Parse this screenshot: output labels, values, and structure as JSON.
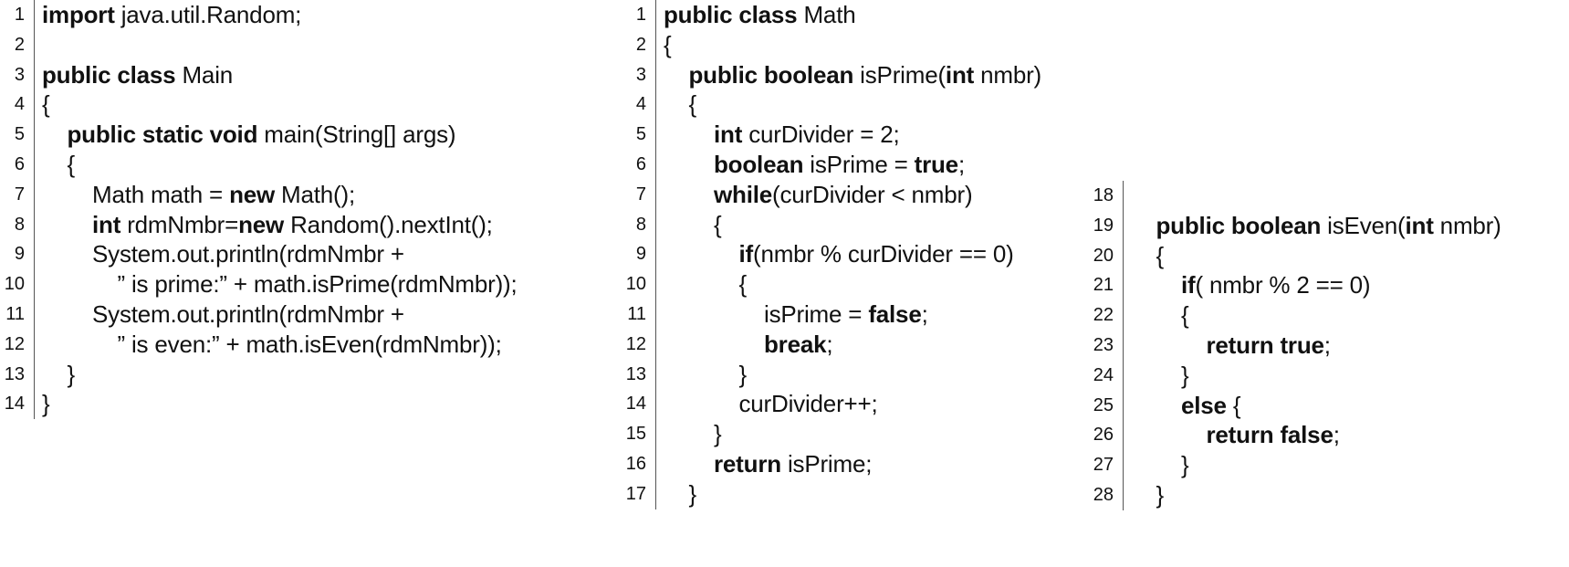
{
  "listings": [
    {
      "id": "main-java",
      "lines": [
        {
          "num": "1",
          "indent": 0,
          "parts": [
            [
              "kw",
              "import"
            ],
            [
              "t",
              " java.util.Random;"
            ]
          ]
        },
        {
          "num": "2",
          "indent": 0,
          "parts": []
        },
        {
          "num": "3",
          "indent": 0,
          "parts": [
            [
              "kw",
              "public class"
            ],
            [
              "t",
              " Main"
            ]
          ]
        },
        {
          "num": "4",
          "indent": 0,
          "parts": [
            [
              "t",
              "{"
            ]
          ]
        },
        {
          "num": "5",
          "indent": 1,
          "parts": [
            [
              "kw",
              "public static void"
            ],
            [
              "t",
              " main(String[] args)"
            ]
          ]
        },
        {
          "num": "6",
          "indent": 1,
          "parts": [
            [
              "t",
              "{"
            ]
          ]
        },
        {
          "num": "7",
          "indent": 2,
          "parts": [
            [
              "t",
              "Math math = "
            ],
            [
              "kw",
              "new"
            ],
            [
              "t",
              " Math();"
            ]
          ]
        },
        {
          "num": "8",
          "indent": 2,
          "parts": [
            [
              "kw",
              "int"
            ],
            [
              "t",
              " rdmNmbr="
            ],
            [
              "kw",
              "new"
            ],
            [
              "t",
              " Random().nextInt();"
            ]
          ]
        },
        {
          "num": "9",
          "indent": 2,
          "parts": [
            [
              "t",
              "System.out.println(rdmNmbr +"
            ]
          ]
        },
        {
          "num": "10",
          "indent": 3,
          "parts": [
            [
              "t",
              "” is prime:” + math.isPrime(rdmNmbr));"
            ]
          ]
        },
        {
          "num": "11",
          "indent": 2,
          "parts": [
            [
              "t",
              "System.out.println(rdmNmbr +"
            ]
          ]
        },
        {
          "num": "12",
          "indent": 3,
          "parts": [
            [
              "t",
              "” is even:” + math.isEven(rdmNmbr));"
            ]
          ]
        },
        {
          "num": "13",
          "indent": 1,
          "parts": [
            [
              "t",
              "}"
            ]
          ]
        },
        {
          "num": "14",
          "indent": 0,
          "parts": [
            [
              "t",
              "}"
            ]
          ]
        }
      ]
    },
    {
      "id": "math-java-part1",
      "lines": [
        {
          "num": "1",
          "indent": 0,
          "parts": [
            [
              "kw",
              "public class"
            ],
            [
              "t",
              " Math"
            ]
          ]
        },
        {
          "num": "2",
          "indent": 0,
          "parts": [
            [
              "t",
              "{"
            ]
          ]
        },
        {
          "num": "3",
          "indent": 1,
          "parts": [
            [
              "kw",
              "public boolean"
            ],
            [
              "t",
              " isPrime("
            ],
            [
              "kw",
              "int"
            ],
            [
              "t",
              " nmbr)"
            ]
          ]
        },
        {
          "num": "4",
          "indent": 1,
          "parts": [
            [
              "t",
              "{"
            ]
          ]
        },
        {
          "num": "5",
          "indent": 2,
          "parts": [
            [
              "kw",
              "int"
            ],
            [
              "t",
              " curDivider = 2;"
            ]
          ]
        },
        {
          "num": "6",
          "indent": 2,
          "parts": [
            [
              "kw",
              "boolean"
            ],
            [
              "t",
              " isPrime = "
            ],
            [
              "kw",
              "true"
            ],
            [
              "t",
              ";"
            ]
          ]
        },
        {
          "num": "7",
          "indent": 2,
          "parts": [
            [
              "kw",
              "while"
            ],
            [
              "t",
              "(curDivider < nmbr)"
            ]
          ]
        },
        {
          "num": "8",
          "indent": 2,
          "parts": [
            [
              "t",
              "{"
            ]
          ]
        },
        {
          "num": "9",
          "indent": 3,
          "parts": [
            [
              "kw",
              "if"
            ],
            [
              "t",
              "(nmbr % curDivider == 0)"
            ]
          ]
        },
        {
          "num": "10",
          "indent": 3,
          "parts": [
            [
              "t",
              "{"
            ]
          ]
        },
        {
          "num": "11",
          "indent": 4,
          "parts": [
            [
              "t",
              "isPrime = "
            ],
            [
              "kw",
              "false"
            ],
            [
              "t",
              ";"
            ]
          ]
        },
        {
          "num": "12",
          "indent": 4,
          "parts": [
            [
              "kw",
              "break"
            ],
            [
              "t",
              ";"
            ]
          ]
        },
        {
          "num": "13",
          "indent": 3,
          "parts": [
            [
              "t",
              "}"
            ]
          ]
        },
        {
          "num": "14",
          "indent": 3,
          "parts": [
            [
              "t",
              "curDivider++;"
            ]
          ]
        },
        {
          "num": "15",
          "indent": 2,
          "parts": [
            [
              "t",
              "}"
            ]
          ]
        },
        {
          "num": "16",
          "indent": 2,
          "parts": [
            [
              "kw",
              "return"
            ],
            [
              "t",
              " isPrime;"
            ]
          ]
        },
        {
          "num": "17",
          "indent": 1,
          "parts": [
            [
              "t",
              "}"
            ]
          ]
        }
      ]
    },
    {
      "id": "math-java-part2",
      "lines": [
        {
          "num": "18",
          "indent": 0,
          "parts": []
        },
        {
          "num": "19",
          "indent": 1,
          "parts": [
            [
              "kw",
              "public boolean"
            ],
            [
              "t",
              " isEven("
            ],
            [
              "kw",
              "int"
            ],
            [
              "t",
              " nmbr)"
            ]
          ]
        },
        {
          "num": "20",
          "indent": 1,
          "parts": [
            [
              "t",
              "{"
            ]
          ]
        },
        {
          "num": "21",
          "indent": 2,
          "parts": [
            [
              "kw",
              "if"
            ],
            [
              "t",
              "( nmbr % 2 == 0)"
            ]
          ]
        },
        {
          "num": "22",
          "indent": 2,
          "parts": [
            [
              "t",
              "{"
            ]
          ]
        },
        {
          "num": "23",
          "indent": 3,
          "parts": [
            [
              "kw",
              "return true"
            ],
            [
              "t",
              ";"
            ]
          ]
        },
        {
          "num": "24",
          "indent": 2,
          "parts": [
            [
              "t",
              "}"
            ]
          ]
        },
        {
          "num": "25",
          "indent": 2,
          "parts": [
            [
              "kw",
              "else"
            ],
            [
              "t",
              " {"
            ]
          ]
        },
        {
          "num": "26",
          "indent": 3,
          "parts": [
            [
              "kw",
              "return false"
            ],
            [
              "t",
              ";"
            ]
          ]
        },
        {
          "num": "27",
          "indent": 2,
          "parts": [
            [
              "t",
              "}"
            ]
          ]
        },
        {
          "num": "28",
          "indent": 1,
          "parts": [
            [
              "t",
              "}"
            ]
          ]
        }
      ]
    }
  ]
}
